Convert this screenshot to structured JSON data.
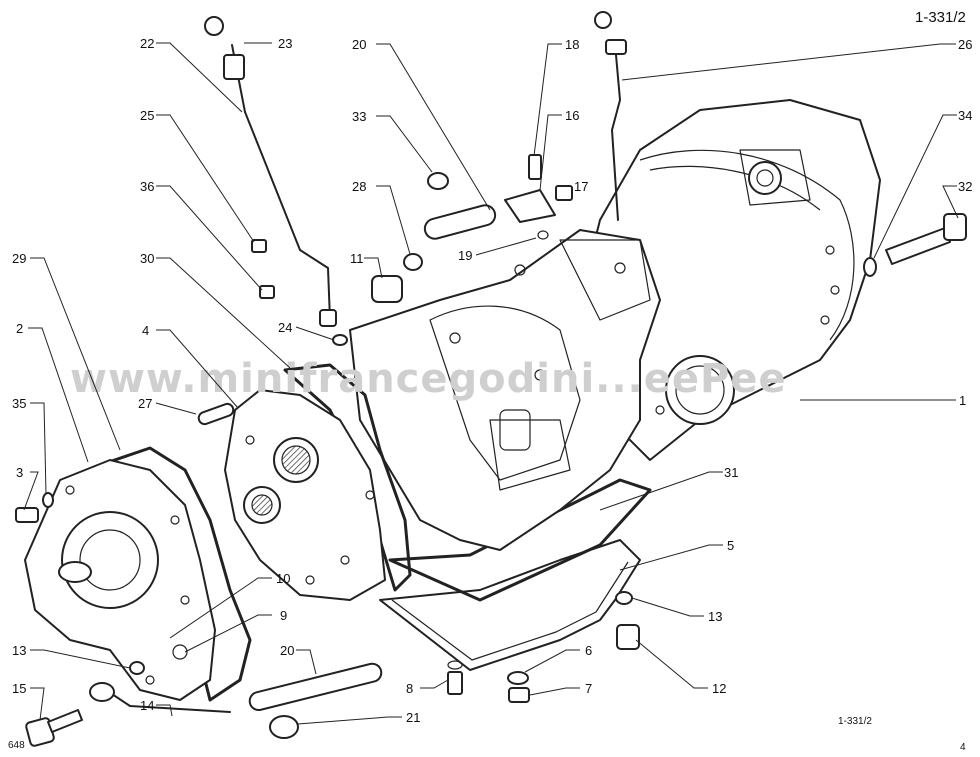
{
  "figure": {
    "reference": "1-331/2",
    "bottom_reference": "1-331/2",
    "corner_code": "648",
    "page_marker": "4",
    "watermark": "www.minifrancegodini...eePee"
  },
  "callouts": [
    {
      "id": "c22",
      "text": "22"
    },
    {
      "id": "c23",
      "text": "23"
    },
    {
      "id": "c25",
      "text": "25"
    },
    {
      "id": "c36",
      "text": "36"
    },
    {
      "id": "c29",
      "text": "29"
    },
    {
      "id": "c30",
      "text": "30"
    },
    {
      "id": "c2",
      "text": "2"
    },
    {
      "id": "c4",
      "text": "4"
    },
    {
      "id": "c35",
      "text": "35"
    },
    {
      "id": "c27",
      "text": "27"
    },
    {
      "id": "c3",
      "text": "3"
    },
    {
      "id": "c24",
      "text": "24"
    },
    {
      "id": "c20a",
      "text": "20"
    },
    {
      "id": "c33",
      "text": "33"
    },
    {
      "id": "c28",
      "text": "28"
    },
    {
      "id": "c11",
      "text": "11"
    },
    {
      "id": "c18",
      "text": "18"
    },
    {
      "id": "c16",
      "text": "16"
    },
    {
      "id": "c17",
      "text": "17"
    },
    {
      "id": "c19",
      "text": "19"
    },
    {
      "id": "c26",
      "text": "26"
    },
    {
      "id": "c34",
      "text": "34"
    },
    {
      "id": "c32",
      "text": "32"
    },
    {
      "id": "c1",
      "text": "1"
    },
    {
      "id": "c31",
      "text": "31"
    },
    {
      "id": "c5",
      "text": "5"
    },
    {
      "id": "c13a",
      "text": "13"
    },
    {
      "id": "c12",
      "text": "12"
    },
    {
      "id": "c6",
      "text": "6"
    },
    {
      "id": "c7",
      "text": "7"
    },
    {
      "id": "c8",
      "text": "8"
    },
    {
      "id": "c10",
      "text": "10"
    },
    {
      "id": "c9",
      "text": "9"
    },
    {
      "id": "c20b",
      "text": "20"
    },
    {
      "id": "c21",
      "text": "21"
    },
    {
      "id": "c13b",
      "text": "13"
    },
    {
      "id": "c15",
      "text": "15"
    },
    {
      "id": "c14",
      "text": "14"
    }
  ]
}
